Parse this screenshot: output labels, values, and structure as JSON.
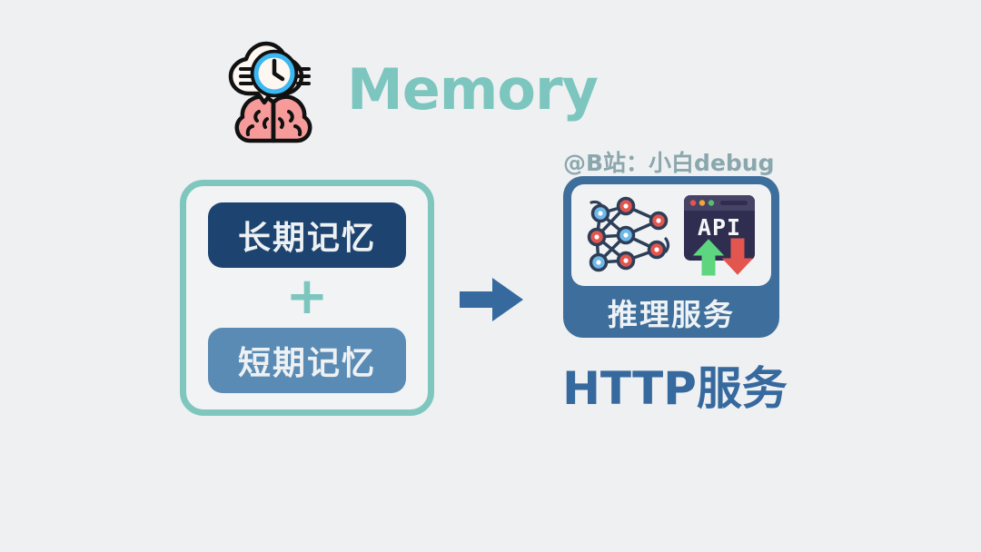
{
  "background_color": "#eff0f2",
  "heading": {
    "icon": "brain-cloud-clock-icon",
    "title": "Memory",
    "title_color": "#7cc6bf"
  },
  "memory_box": {
    "border_color": "#7fc7be",
    "long_term": {
      "label": "长期记忆",
      "color": "#1d4470"
    },
    "plus": "+",
    "plus_color": "#7cc6bf",
    "short_term": {
      "label": "短期记忆",
      "color": "#5a8bb4"
    }
  },
  "arrow": {
    "icon": "right-arrow-icon",
    "color": "#36699e"
  },
  "watermark": {
    "text": "@B站：小白debug",
    "color": "#8aa7ae"
  },
  "service_card": {
    "card_color": "#3e6e9b",
    "label": "推理服务",
    "icons": {
      "neural_network": "neural-network-icon",
      "api_window": "api-window-icon",
      "api_text": "API"
    }
  },
  "caption": {
    "text": "HTTP服务",
    "color": "#36699e"
  }
}
